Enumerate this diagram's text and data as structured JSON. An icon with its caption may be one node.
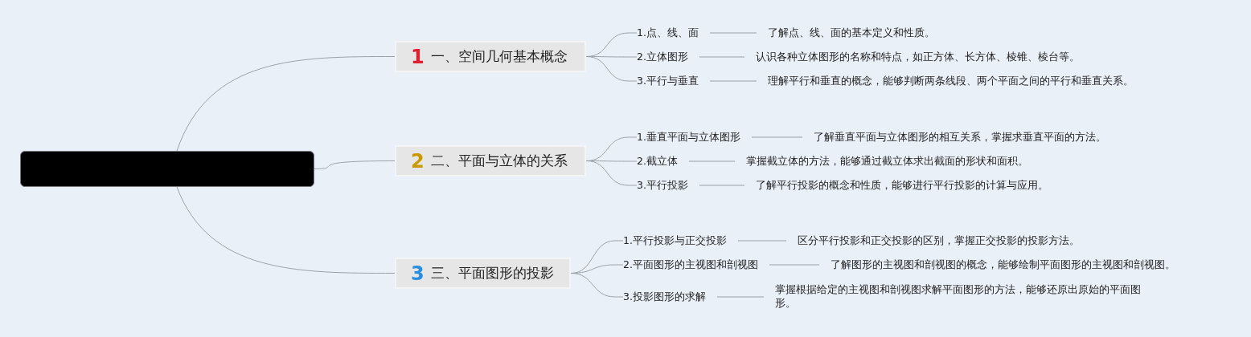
{
  "diagram": {
    "nodes": [
      {
        "text": [],
        "shape": "box"
      },
      {
        "text": [
          "1",
          "一、空间几何基本概念"
        ]
      },
      {
        "text": [
          "1.点、线、面"
        ]
      },
      {
        "text": [
          "了解点、线、面的基本定义和性质。"
        ]
      },
      {
        "text": [
          "2.立体图形"
        ]
      },
      {
        "text": [
          "认识各种立体图形的名称和特点，如正方体、长方体、棱锥、棱台等。"
        ]
      },
      {
        "text": [
          "3.平行与垂直"
        ]
      },
      {
        "text": [
          "理解平行和垂直的概念，能够判断两条线段、两个平面之间的平行和垂直关系。"
        ]
      },
      {
        "text": [
          "2",
          "二、平面与立体的关系"
        ]
      },
      {
        "text": [
          "1.垂直平面与立体图形"
        ]
      },
      {
        "text": [
          "了解垂直平面与立体图形的相互关系，掌握求垂直平面的方法。"
        ]
      },
      {
        "text": [
          "2.截立体"
        ]
      },
      {
        "text": [
          "掌握截立体的方法，能够通过截立体求出截面的形状和面积。"
        ]
      },
      {
        "text": [
          "3.平行投影"
        ]
      },
      {
        "text": [
          "了解平行投影的概念和性质，能够进行平行投影的计算与应用。"
        ]
      },
      {
        "text": [
          "3",
          "三、平面图形的投影"
        ]
      },
      {
        "text": [
          "1.平行投影与正交投影"
        ]
      },
      {
        "text": [
          "区分平行投影和正交投影的区别，掌握正交投影的投影方法。"
        ]
      },
      {
        "text": [
          "2.平面图形的主视图和剖视图"
        ]
      },
      {
        "text": [
          "了解图形的主视图和剖视图的概念，能够绘制平面图形的主视图和剖视图。"
        ]
      },
      {
        "text": [
          "3.投影图形的求解"
        ]
      },
      {
        "text": [
          "掌握根据给定的主视图和剖视图求解平面图形的方法，能够还原出原始的平面图形。"
        ]
      }
    ],
    "edges": [
      {
        "from": 0,
        "to": 1,
        "arrow": "none"
      },
      {
        "from": 0,
        "to": 8,
        "arrow": "none"
      },
      {
        "from": 0,
        "to": 15,
        "arrow": "none"
      },
      {
        "from": 1,
        "to": 2,
        "arrow": "none"
      },
      {
        "from": 2,
        "to": 3,
        "arrow": "none"
      },
      {
        "from": 1,
        "to": 4,
        "arrow": "none"
      },
      {
        "from": 4,
        "to": 5,
        "arrow": "none"
      },
      {
        "from": 1,
        "to": 6,
        "arrow": "none"
      },
      {
        "from": 6,
        "to": 7,
        "arrow": "none"
      },
      {
        "from": 8,
        "to": 9,
        "arrow": "none"
      },
      {
        "from": 9,
        "to": 10,
        "arrow": "none"
      },
      {
        "from": 8,
        "to": 11,
        "arrow": "none"
      },
      {
        "from": 11,
        "to": 12,
        "arrow": "none"
      },
      {
        "from": 8,
        "to": 13,
        "arrow": "none"
      },
      {
        "from": 13,
        "to": 14,
        "arrow": "none"
      },
      {
        "from": 15,
        "to": 16,
        "arrow": "none"
      },
      {
        "from": 16,
        "to": 17,
        "arrow": "none"
      },
      {
        "from": 15,
        "to": 18,
        "arrow": "none"
      },
      {
        "from": 18,
        "to": 19,
        "arrow": "none"
      },
      {
        "from": 15,
        "to": 20,
        "arrow": "none"
      },
      {
        "from": 20,
        "to": 21,
        "arrow": "none"
      }
    ]
  }
}
